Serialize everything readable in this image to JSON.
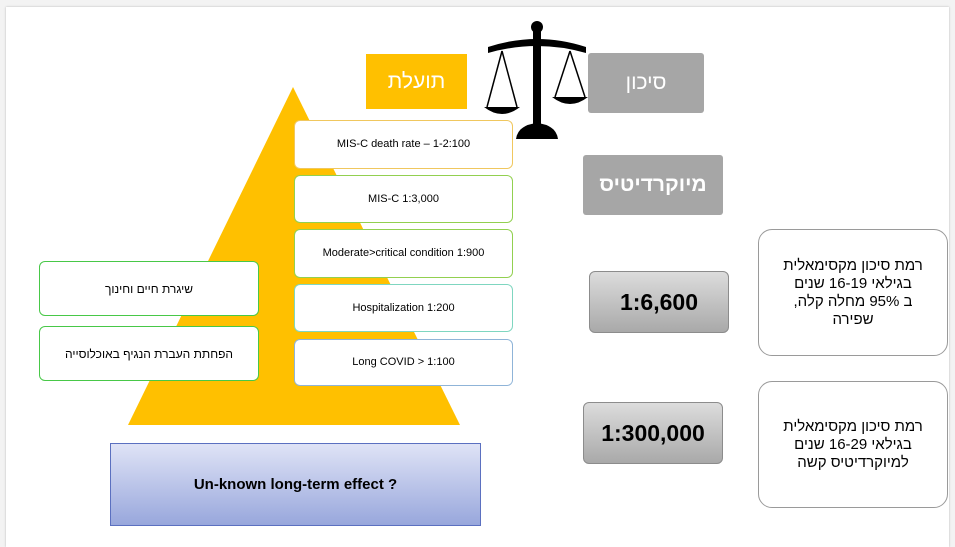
{
  "colors": {
    "benefit_orange": "#FFC000",
    "risk_gray": "#A6A6A6",
    "green_border": "#92D050",
    "blue_box": "#98A7DC"
  },
  "header": {
    "benefit_label": "תועלת",
    "risk_label": "סיכון",
    "scale_icon": "balance-scale-icon"
  },
  "myocarditis_label": "מיוקרדיטיס",
  "pyramid_items": [
    "MIS-C death rate – 1-2:100",
    "MIS-C 1:3,000",
    "Moderate>critical condition 1:900",
    "Hospitalization 1:200",
    "Long COVID > 1:100"
  ],
  "side_benefits": [
    "שיגרת חיים וחינוך",
    "הפחתת העברת הנגיף באוכלוסייה"
  ],
  "bottom_label": "Un-known long-term effect ?",
  "risk_stats": [
    {
      "ratio": "1:6,600",
      "note_lines": [
        "רמת סיכון מקסימאלית",
        "בגילאי 16-19 שנים",
        "ב 95% מחלה קלה,",
        "שפירה"
      ]
    },
    {
      "ratio": "1:300,000",
      "note_lines": [
        "רמת סיכון מקסימאלית",
        "בגילאי 16-29 שנים",
        "למיוקרדיטיס קשה"
      ]
    }
  ]
}
